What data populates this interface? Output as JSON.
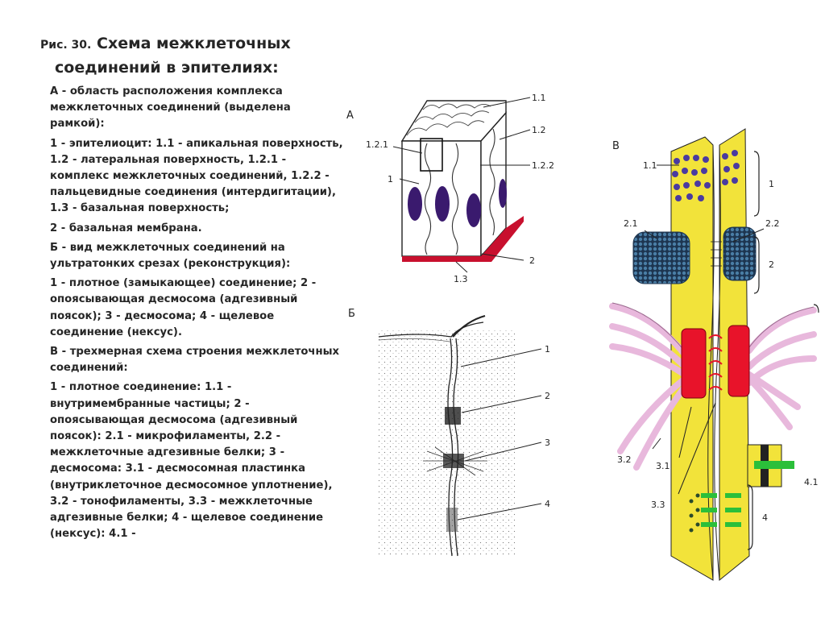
{
  "caption": {
    "fig_label": "Рис. 30.",
    "title_line1": "Схема межклеточных",
    "title_line2": "соединений в эпителиях:",
    "paragraphs": [
      "А - область расположения комплекса межклеточных соединений (выделена рамкой):",
      "1 - эпителиоцит: 1.1 - апикальная поверхность, 1.2 - латеральная поверхность, 1.2.1 - комплекс межклеточных соединений, 1.2.2 - пальцевидные соединения (интердигитации), 1.3 - базальная поверхность;",
      "2 - базальная мембрана.",
      "Б - вид межклеточных соединений на ультратонких срезах (реконструкция):",
      "1 - плотное (замыкающее) соединение; 2 - опоясывающая десмосома (адгезивный поясок); 3 - десмосома; 4 - щелевое соединение (нексус).",
      "В - трехмерная схема строения межклеточных соединений:",
      "1 - плотное соединение: 1.1 - внутримембранные частицы; 2 - опоясывающая десмосома (адгезивный поясок): 2.1 - микрофиламенты, 2.2 - межклеточные адгезивные белки; 3 - десмосома: 3.1 - десмосомная пластинка (внутриклеточное десмосомное уплотнение), 3.2 - тонофиламенты, 3.3 - межклеточные адгезивные белки; 4 - щелевое соединение (нексус): 4.1 -"
    ]
  },
  "panel_a": {
    "letter": "А",
    "labels": {
      "l11": "1.1",
      "l12": "1.2",
      "l121": "1.2.1",
      "l122": "1.2.2",
      "l1": "1",
      "l2": "2",
      "l13": "1.3"
    }
  },
  "panel_b": {
    "letter": "Б",
    "labels": {
      "l1": "1",
      "l2": "2",
      "l3": "3",
      "l4": "4"
    }
  },
  "panel_c": {
    "letter": "В",
    "labels": {
      "l11": "1.1",
      "l21": "2.1",
      "l22": "2.2",
      "l31": "3.1",
      "l32": "3.2",
      "l33": "3.3",
      "l41": "4.1",
      "b1": "1",
      "b2": "2",
      "b4": "4"
    }
  },
  "colors": {
    "basal_membrane": "#c8102e",
    "nucleus": "#3a1a6e",
    "membrane_yellow": "#f2e33a",
    "desmosome_red": "#e8132a",
    "filament_pink": "#e8b8dc",
    "microfilament_blue": "#2a4a6a",
    "particle_purple": "#4a3aa0",
    "nexus_green": "#2bbf3a"
  }
}
